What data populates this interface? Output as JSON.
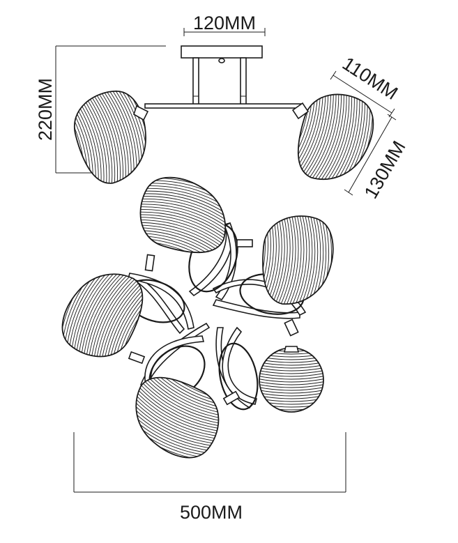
{
  "dimensions": {
    "canopy_width": "120MM",
    "total_height": "220MM",
    "shade_width": "110MM",
    "shade_height": "130MM",
    "overall_width": "500MM"
  },
  "colors": {
    "ink": "#1a1a1a",
    "background": "#ffffff"
  }
}
